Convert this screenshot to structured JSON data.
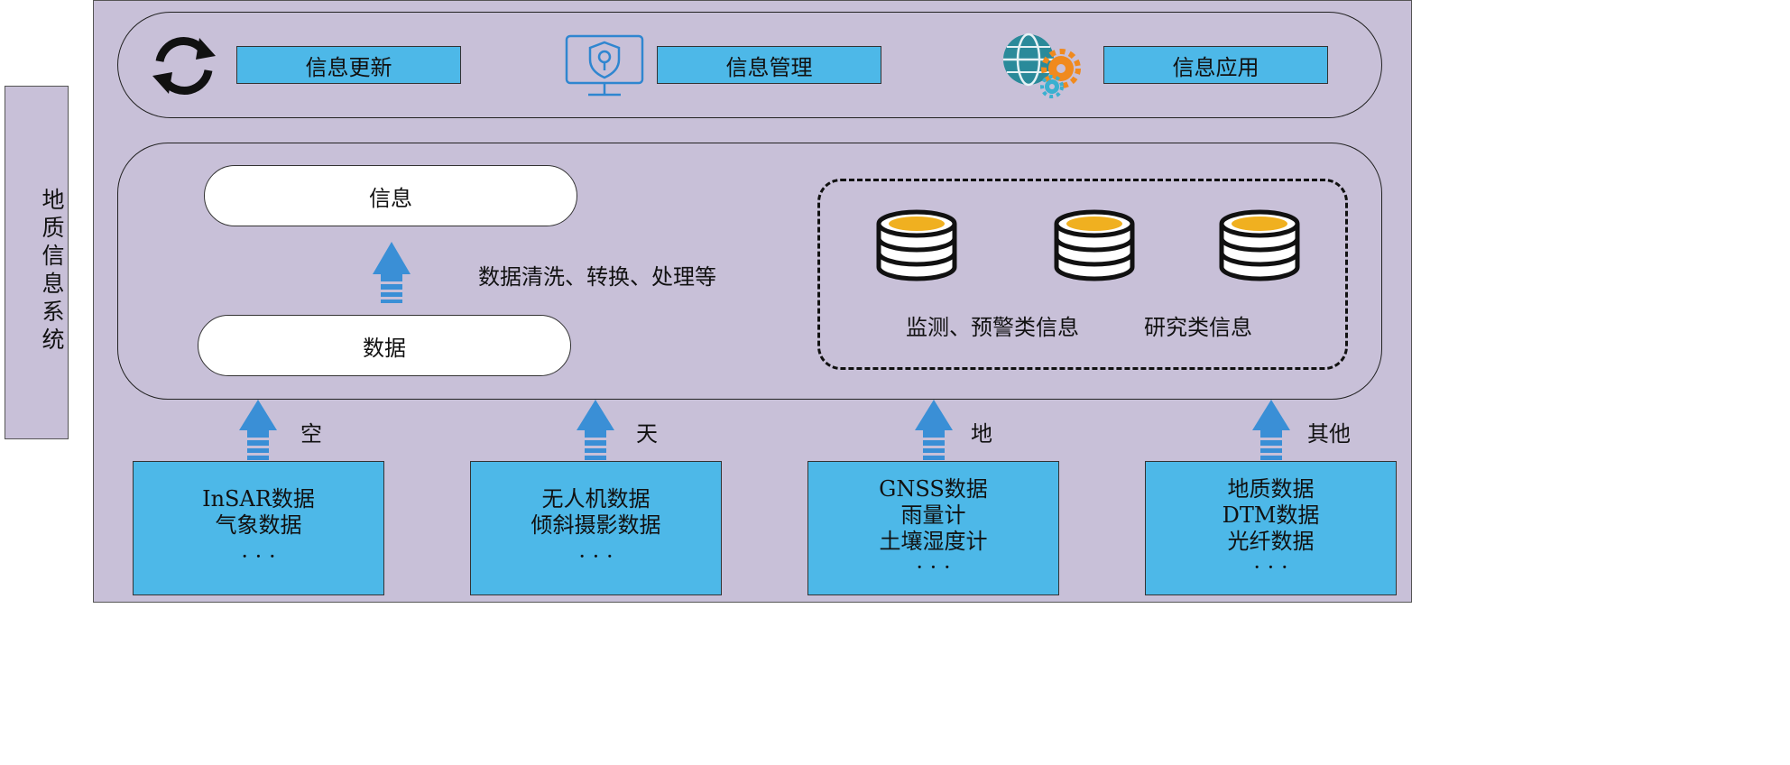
{
  "side_label": "地质信息系统",
  "top": {
    "update_label": "信息更新",
    "manage_label": "信息管理",
    "apply_label": "信息应用"
  },
  "middle": {
    "info_label": "信息",
    "data_label": "数据",
    "process_label": "数据清洗、转换、处理等",
    "db_labels": [
      "监测、预警类信息",
      "研究类信息"
    ]
  },
  "sources": [
    {
      "tag": "空",
      "lines": [
        "InSAR数据",
        "气象数据",
        "· · ·"
      ]
    },
    {
      "tag": "天",
      "lines": [
        "无人机数据",
        "倾斜摄影数据",
        "· · ·"
      ]
    },
    {
      "tag": "地",
      "lines": [
        "GNSS数据",
        "雨量计",
        "土壤湿度计",
        "· · ·"
      ]
    },
    {
      "tag": "其他",
      "lines": [
        "地质数据",
        "DTM数据",
        "光纤数据",
        "· · ·"
      ]
    }
  ],
  "icons": [
    "refresh-icon",
    "shield-monitor-icon",
    "globe-gears-icon",
    "database-icon",
    "up-arrow-icon"
  ],
  "colors": {
    "panel": "#c8c0d8",
    "box_blue": "#4db8e8",
    "arrow_blue": "#3a8fd6",
    "db_gold": "#f0b020"
  }
}
